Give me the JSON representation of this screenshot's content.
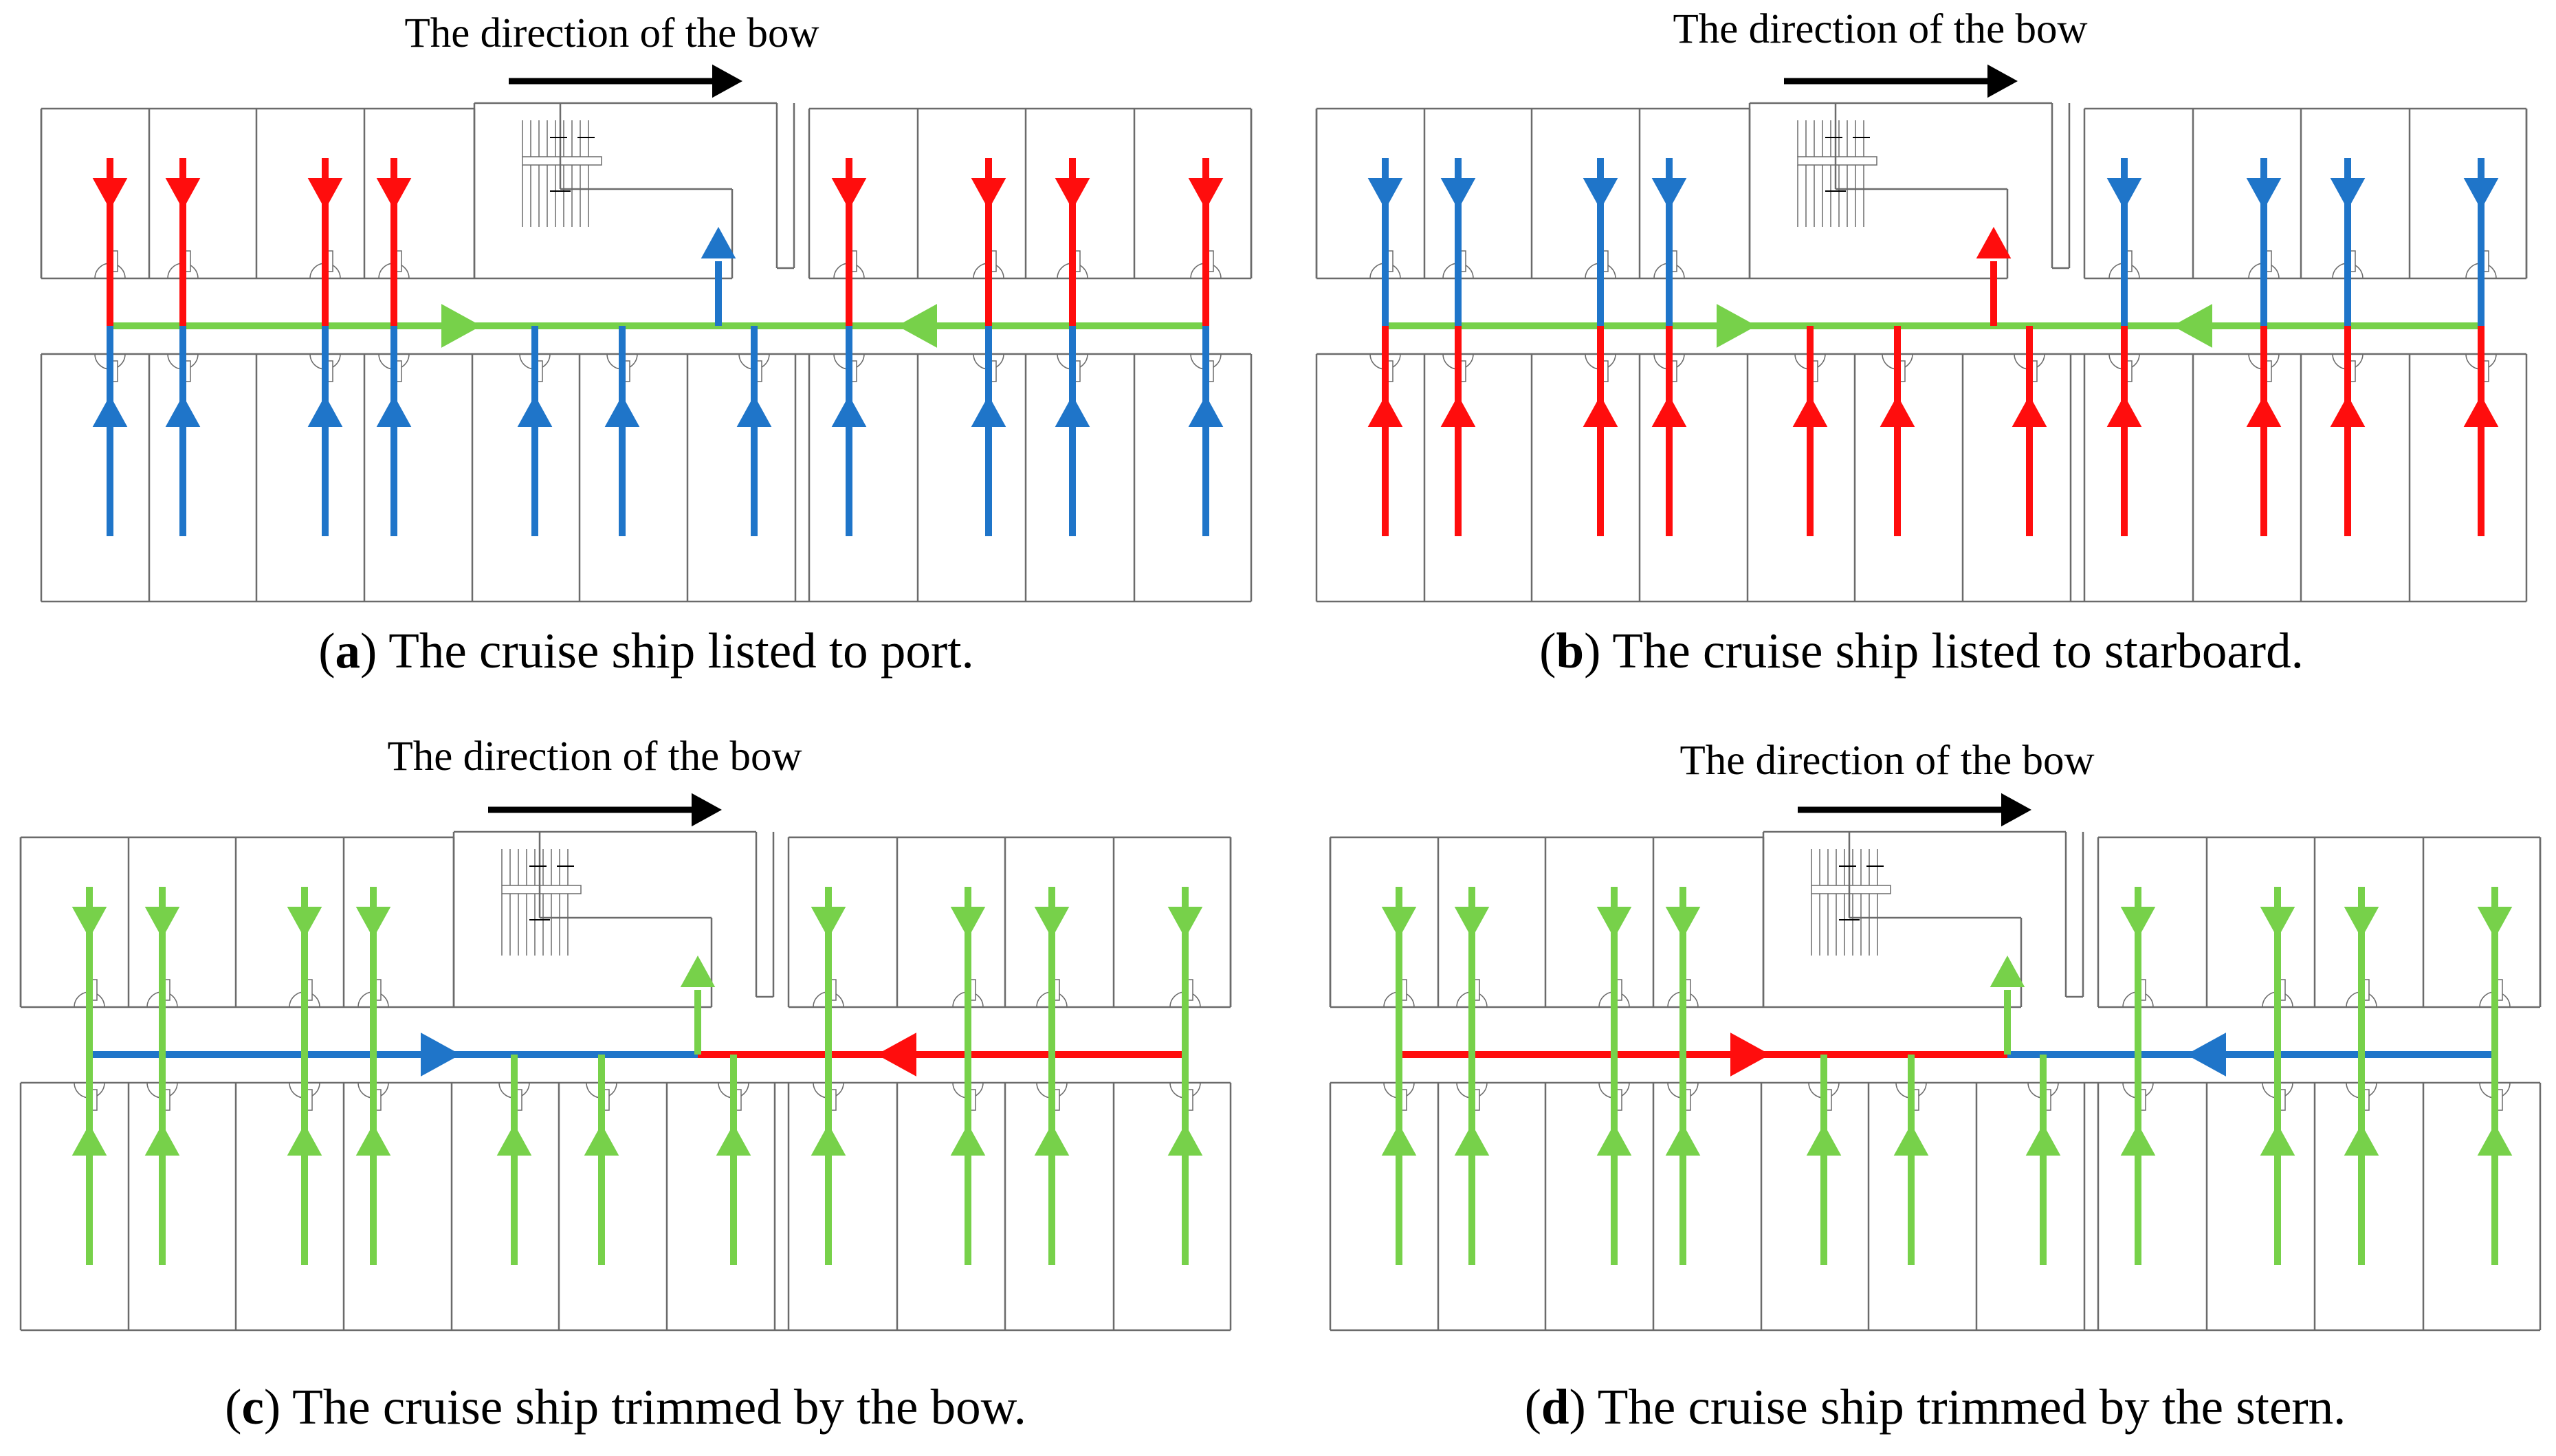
{
  "colors": {
    "red": "#ff0d0d",
    "blue": "#1f75c9",
    "green": "#77d14a",
    "wall": "#6b6b6b",
    "black": "#000000"
  },
  "panels": [
    {
      "id": "a",
      "bow_label": "The direction of the bow",
      "caption_letter": "a",
      "caption_text": "The cruise ship listed to port.",
      "top_room_arrows": "red",
      "bottom_room_arrows": "blue",
      "corridor_left": "green",
      "corridor_right": "green",
      "corridor_left_dir": "right",
      "corridor_right_dir": "left",
      "stair_exit": "blue"
    },
    {
      "id": "b",
      "bow_label": "The direction of the bow",
      "caption_letter": "b",
      "caption_text": "The cruise ship listed to starboard.",
      "top_room_arrows": "blue",
      "bottom_room_arrows": "red",
      "corridor_left": "green",
      "corridor_right": "green",
      "corridor_left_dir": "right",
      "corridor_right_dir": "left",
      "stair_exit": "red"
    },
    {
      "id": "c",
      "bow_label": "The direction of the bow",
      "caption_letter": "c",
      "caption_text": "The cruise ship trimmed by the bow.",
      "top_room_arrows": "green",
      "bottom_room_arrows": "green",
      "corridor_left": "blue",
      "corridor_right": "red",
      "corridor_left_dir": "right",
      "corridor_right_dir": "left",
      "stair_exit": "green"
    },
    {
      "id": "d",
      "bow_label": "The direction of the bow",
      "caption_letter": "d",
      "caption_text": "The cruise ship trimmed by the stern.",
      "top_room_arrows": "green",
      "bottom_room_arrows": "green",
      "corridor_left": "red",
      "corridor_right": "blue",
      "corridor_left_dir": "right",
      "corridor_right_dir": "left",
      "stair_exit": "green"
    }
  ]
}
